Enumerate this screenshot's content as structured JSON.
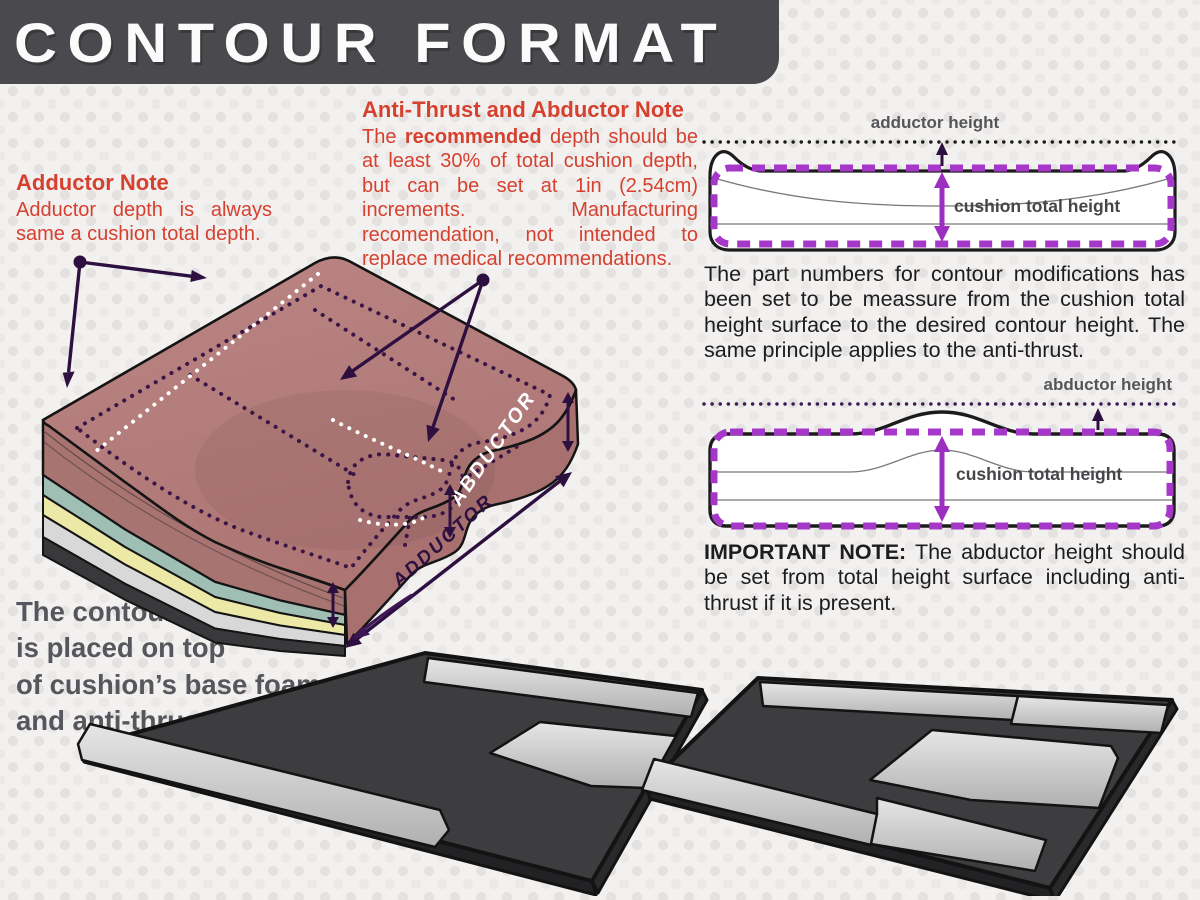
{
  "header": {
    "title": "CONTOUR FORMAT"
  },
  "adductor_note": {
    "title": "Adductor Note",
    "body": "Adductor depth is always same a cushion total depth."
  },
  "antithrust_note": {
    "title": "Anti-Thrust and Abductor Note",
    "body_pre": "The ",
    "body_bold": "recommended",
    "body_post": " depth should be at least 30% of total cushion depth, but can be set at 1in (2.54cm) increments. Manufacturing recomendation, not intended to replace medical recommendations."
  },
  "part_numbers_text": "The part numbers for contour modifications has been set to be meassure from the cushion total height surface to the desired contour height. The same principle applies to the anti-thrust.",
  "important_note": {
    "label": "IMPORTANT NOTE:",
    "body": " The abductor height should be set from total height surface including anti-thrust if it is present."
  },
  "contour_layer_note": {
    "line1": "The contour layer",
    "line2": "is placed on top",
    "line3": "of cushion’s base foam",
    "line4": "and anti-thrust layer"
  },
  "diagram_adductor": {
    "top_label": "adductor height",
    "center_label": "cushion total height"
  },
  "diagram_abductor": {
    "top_label": "abductor height",
    "center_label": "cushion total height"
  },
  "cushion_labels": {
    "side": "ABDUCTOR",
    "edge": "ADDUCTOR"
  },
  "colors": {
    "header_bar": "#4a4a4e",
    "accent_red": "#d6402f",
    "purple_dashed": "#a537c9",
    "purple_arrow": "#9d2fc0",
    "dark_purple": "#2e1040",
    "cushion_top": "#b37e7b",
    "layer_teal": "#9fbfb4",
    "layer_yellow": "#ece9a7",
    "layer_gray": "#d8d8d8",
    "layer_dark": "#39393c",
    "slab_dark": "#3d3d40",
    "slab_light": "#c9c9c9"
  }
}
